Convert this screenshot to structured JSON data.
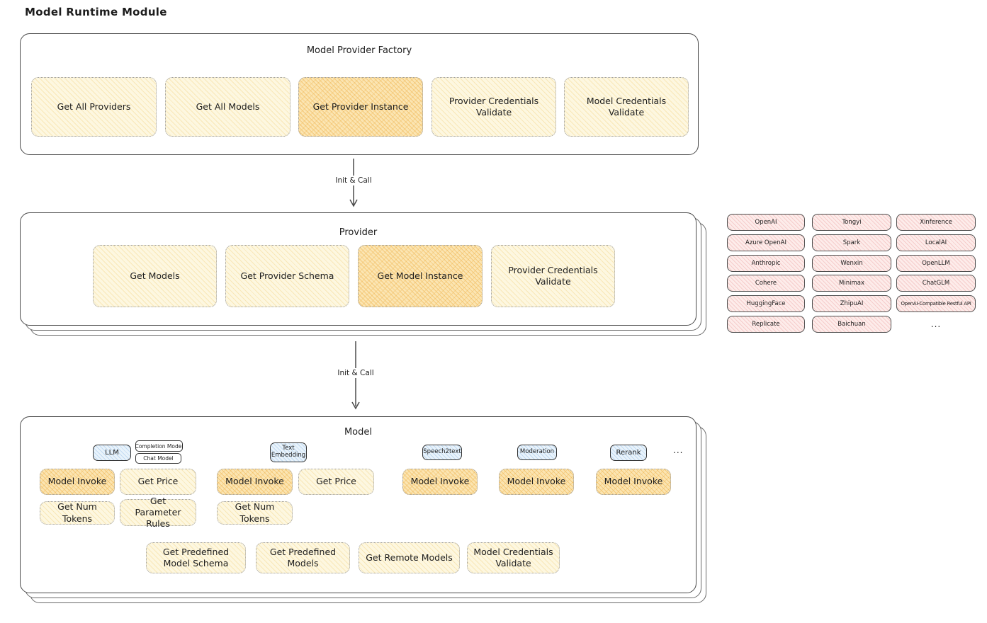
{
  "title": "Model Runtime Module",
  "factory": {
    "title": "Model Provider Factory",
    "buttons": [
      {
        "label": "Get All Providers",
        "highlighted": false
      },
      {
        "label": "Get All Models",
        "highlighted": false
      },
      {
        "label": "Get Provider Instance",
        "highlighted": true
      },
      {
        "label": "Provider Credentials Validate",
        "highlighted": false
      },
      {
        "label": "Model Credentials Validate",
        "highlighted": false
      }
    ]
  },
  "arrows": {
    "label1": "Init & Call",
    "label2": "Init & Call"
  },
  "provider": {
    "title": "Provider",
    "buttons": [
      {
        "label": "Get Models",
        "highlighted": false
      },
      {
        "label": "Get Provider Schema",
        "highlighted": false
      },
      {
        "label": "Get Model Instance",
        "highlighted": true
      },
      {
        "label": "Provider Credentials Validate",
        "highlighted": false
      }
    ]
  },
  "model": {
    "title": "Model",
    "types": {
      "llm": "LLM",
      "completion_model": "Completion Model",
      "chat_model": "Chat Model",
      "text_embedding": "Text Embedding",
      "speech2text": "Speech2text",
      "moderation": "Moderation",
      "rerank": "Rerank",
      "more": "..."
    },
    "methods": {
      "model_invoke": "Model Invoke",
      "get_price": "Get Price",
      "get_num_tokens": "Get Num Tokens",
      "get_parameter_rules": "Get Parameter Rules",
      "get_predefined_model_schema": "Get Predefined Model Schema",
      "get_predefined_models": "Get Predefined Models",
      "get_remote_models": "Get Remote Models",
      "model_credentials_validate": "Model Credentials Validate"
    }
  },
  "providers_list": {
    "col1": [
      "OpenAI",
      "Azure OpenAI",
      "Anthropic",
      "Cohere",
      "HuggingFace",
      "Replicate"
    ],
    "col2": [
      "Tongyi",
      "Spark",
      "Wenxin",
      "Minimax",
      "ZhipuAI",
      "Baichuan"
    ],
    "col3": [
      "Xinference",
      "LocalAI",
      "OpenLLM",
      "ChatGLM",
      "OpenAI-Compatible Restful API"
    ],
    "more": "..."
  },
  "colors": {
    "yellow_fill": "#fdf7e0",
    "yellow_highlight_fill": "#fbe5b2",
    "pink_fill": "#fdecea",
    "blue_fill": "#e9f3fb",
    "stroke": "#3d3d3d"
  }
}
